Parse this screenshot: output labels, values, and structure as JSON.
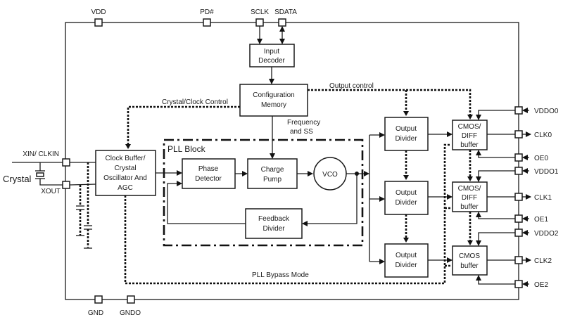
{
  "diagram": {
    "title": "Clock generator block diagram",
    "top_pins": [
      {
        "id": "vdd",
        "label": "VDD"
      },
      {
        "id": "pd",
        "label": "PD#"
      },
      {
        "id": "sclk",
        "label": "SCLK"
      },
      {
        "id": "sdata",
        "label": "SDATA"
      }
    ],
    "bottom_pins": [
      {
        "id": "gnd",
        "label": "GND"
      },
      {
        "id": "gndo",
        "label": "GNDO"
      }
    ],
    "left_pins": [
      {
        "id": "xin",
        "label": "XIN/ CLKIN"
      },
      {
        "id": "xout",
        "label": "XOUT"
      }
    ],
    "crystal_label": "Crystal",
    "right_pins": [
      {
        "id": "vddo0",
        "label": "VDDO0"
      },
      {
        "id": "clk0",
        "label": "CLK0"
      },
      {
        "id": "oe0",
        "label": "OE0"
      },
      {
        "id": "vddo1",
        "label": "VDDO1"
      },
      {
        "id": "clk1",
        "label": "CLK1"
      },
      {
        "id": "oe1",
        "label": "OE1"
      },
      {
        "id": "vddo2",
        "label": "VDDO2"
      },
      {
        "id": "clk2",
        "label": "CLK2"
      },
      {
        "id": "oe2",
        "label": "OE2"
      }
    ],
    "blocks": {
      "input_decoder": [
        "Input",
        "Decoder"
      ],
      "config_memory": [
        "Configuration",
        "Memory"
      ],
      "clock_buffer": [
        "Clock Buffer/",
        "Crystal",
        "Oscillator And",
        "AGC"
      ],
      "phase_detector": [
        "Phase",
        "Detector"
      ],
      "charge_pump": [
        "Charge",
        "Pump"
      ],
      "vco": [
        "VCO"
      ],
      "feedback_divider": [
        "Feedback",
        "Divider"
      ],
      "output_divider_0": [
        "Output",
        "Divider"
      ],
      "output_divider_1": [
        "Output",
        "Divider"
      ],
      "output_divider_2": [
        "Output",
        "Divider"
      ],
      "buffer_0": [
        "CMOS/",
        "DIFF",
        "buffer"
      ],
      "buffer_1": [
        "CMOS/",
        "DIFF",
        "buffer"
      ],
      "buffer_2": [
        "CMOS",
        "buffer"
      ]
    },
    "pll_block_label": "PLL Block",
    "signals": {
      "crystal_clock_control": "Crystal/Clock Control",
      "output_control": "Output control",
      "frequency_ss": [
        "Frequency",
        "and SS"
      ],
      "pll_bypass": "PLL Bypass Mode"
    }
  }
}
